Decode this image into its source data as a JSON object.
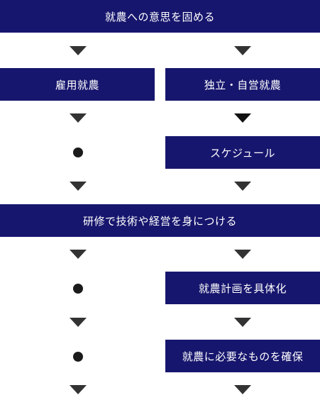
{
  "steps": {
    "intent": "就農への意思を固める",
    "employed": "雇用就農",
    "independent": "独立・自営就農",
    "schedule": "スケジュール",
    "training": "研修で技術や経営を身につける",
    "plan": "就農計画を具体化",
    "prepare": "就農に必要なものを確保"
  },
  "colors": {
    "box": "#17166e",
    "arrow": "#333333",
    "dot": "#1b1b1b"
  }
}
